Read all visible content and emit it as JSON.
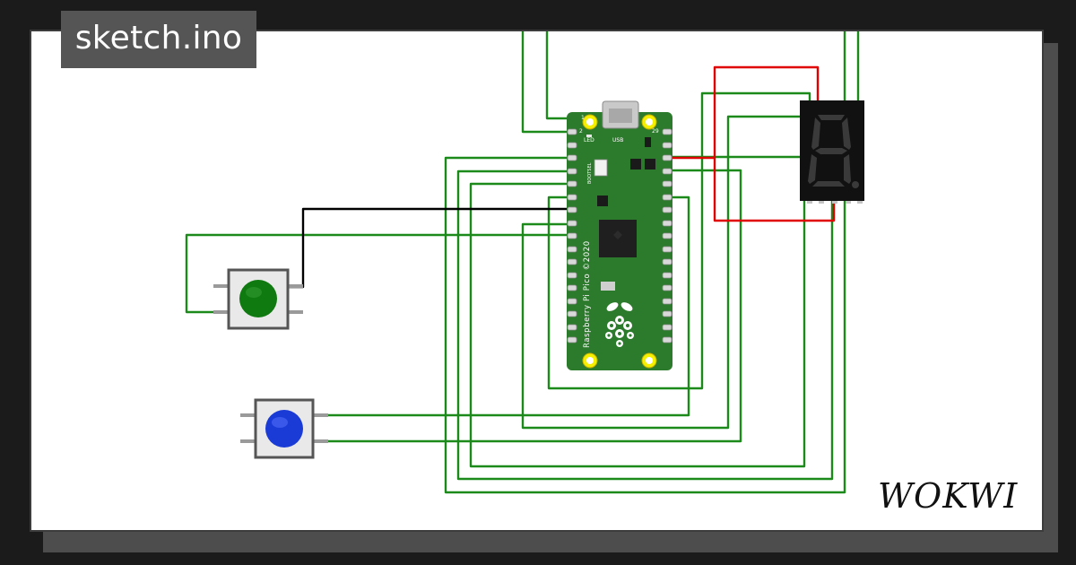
{
  "title": "sketch.ino",
  "brand": "WOKWI",
  "colors": {
    "wire_signal": "#1b8a1b",
    "wire_power": "#e00000",
    "wire_ground": "#000000",
    "board": "#2c7a2c",
    "button_a": "#0f7a0f",
    "button_b": "#1a3bd6",
    "display_body": "#111111"
  },
  "board": {
    "name": "Raspberry Pi Pico ©2020",
    "usb_label": "USB",
    "led_label": "LED",
    "bootsel_label": "BOOTSEL",
    "pin_1": "1",
    "pin_2": "2",
    "pin_29": "29"
  },
  "components": {
    "button_green": "pushbutton",
    "button_blue": "pushbutton",
    "display": "7-segment display"
  }
}
